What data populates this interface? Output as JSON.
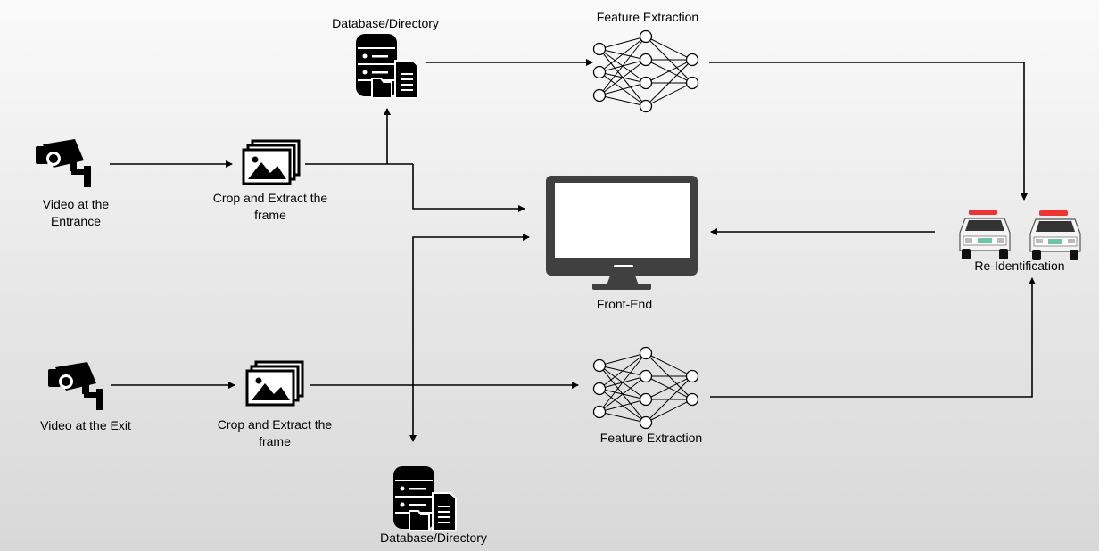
{
  "labels": {
    "db_top": "Database/Directory",
    "feat_top": "Feature Extraction",
    "video_entrance": "Video at the\nEntrance",
    "crop_top": "Crop and Extract the\nframe",
    "front_end": "Front-End",
    "reid": "Re-Identification",
    "video_exit": "Video at the Exit",
    "crop_bottom": "Crop and Extract the\nframe",
    "feat_bottom": "Feature Extraction",
    "db_bottom": "Database/Directory"
  },
  "icons": {
    "camera": "cctv-camera-icon",
    "images": "image-frames-icon",
    "database": "database-directory-icon",
    "network": "neural-network-icon",
    "monitor": "monitor-icon",
    "vehicles": "police-vehicles-icon"
  },
  "colors": {
    "ink": "#000000",
    "monitor": "#404040",
    "background": "#e6e6e6"
  }
}
